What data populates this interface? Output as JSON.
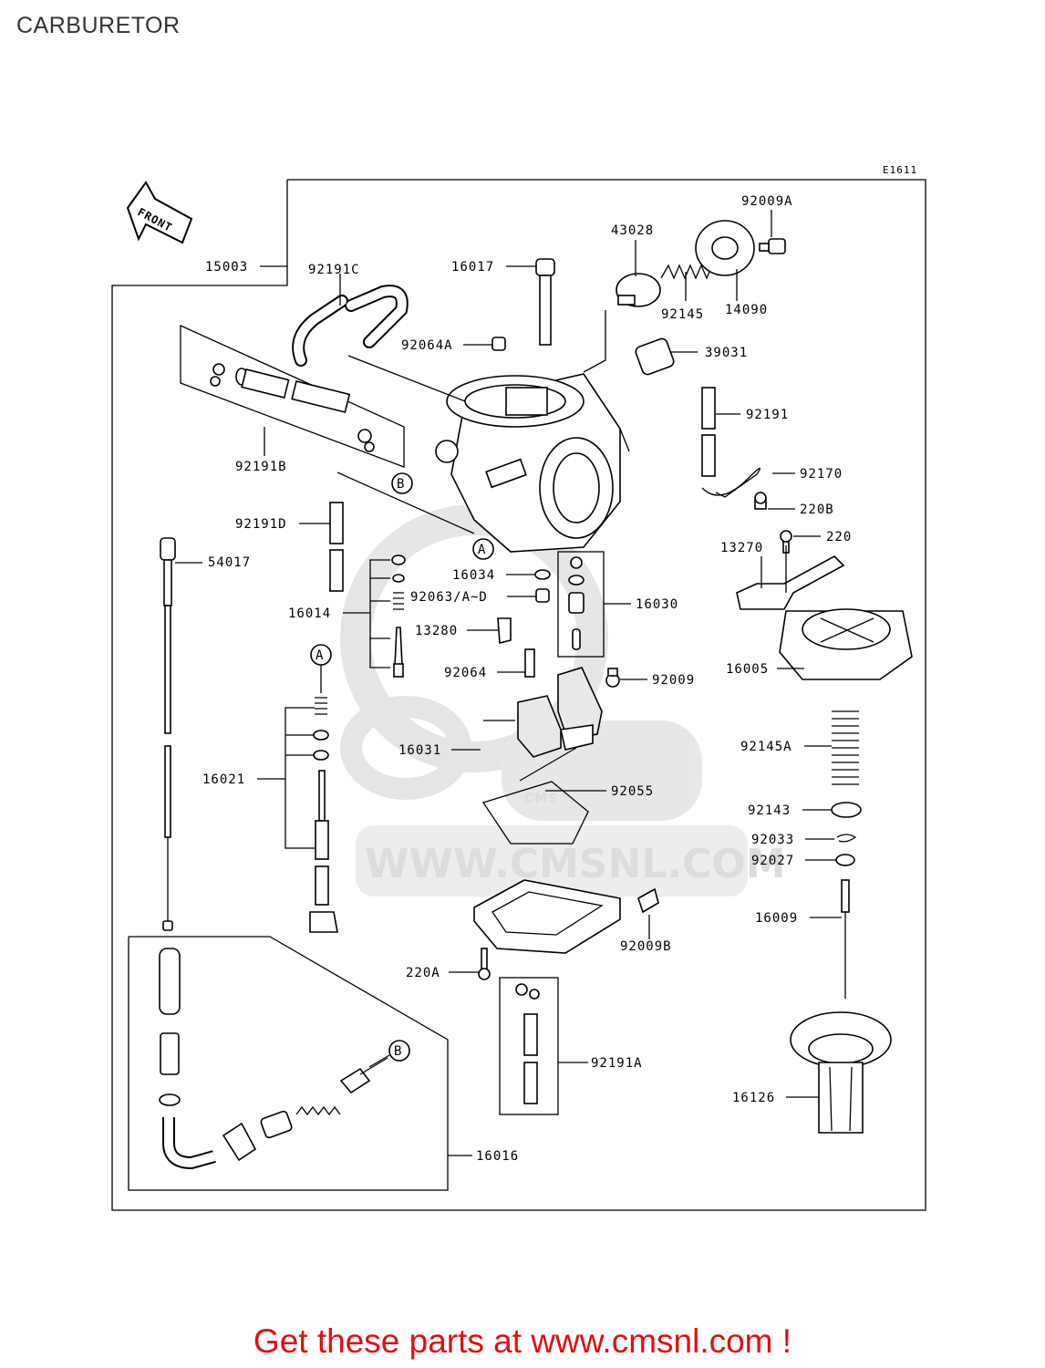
{
  "page": {
    "title": "CARBURETOR",
    "diagram_code": "E1611",
    "front_label": "FRONT"
  },
  "watermark": {
    "brand": "CMS",
    "url": "WWW.CMSNL.COM"
  },
  "callouts": {
    "a": "A",
    "b": "B"
  },
  "parts": {
    "p15003": "15003",
    "p92191c": "92191C",
    "p16017": "16017",
    "p43028": "43028",
    "p92009a": "92009A",
    "p92145": "92145",
    "p14090": "14090",
    "p92064a": "92064A",
    "p39031": "39031",
    "p92191": "92191",
    "p92170": "92170",
    "p220b": "220B",
    "p220": "220",
    "p13270": "13270",
    "p92191b": "92191B",
    "p92191d": "92191D",
    "p54017": "54017",
    "p16034": "16034",
    "p92063": "92063/A~D",
    "p16030": "16030",
    "p16014": "16014",
    "p13280": "13280",
    "p92064": "92064",
    "p92009": "92009",
    "p16005": "16005",
    "p16031": "16031",
    "p16021": "16021",
    "p92055": "92055",
    "p92145a": "92145A",
    "p92143": "92143",
    "p92033": "92033",
    "p92027": "92027",
    "p16009": "16009",
    "p92009b": "92009B",
    "p220a": "220A",
    "p92191a": "92191A",
    "p16126": "16126",
    "p16016": "16016"
  },
  "footer": {
    "cta": "Get these parts at www.cmsnl.com !",
    "cta_color": "#e01010"
  }
}
